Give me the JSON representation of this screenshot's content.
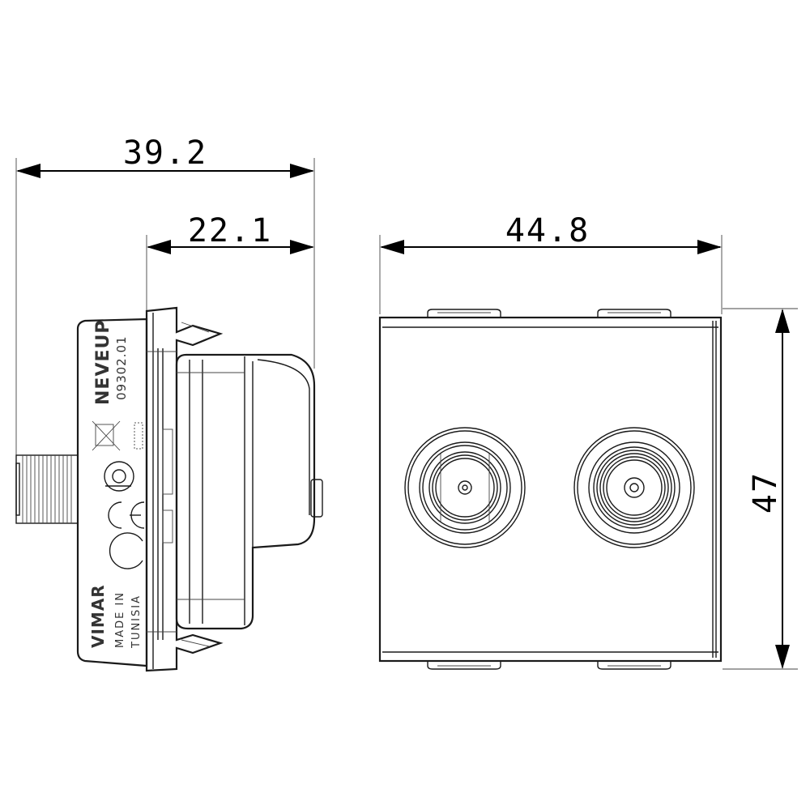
{
  "dimensions": {
    "overall_depth": "39.2",
    "front_depth": "22.1",
    "width": "44.8",
    "height": "47"
  },
  "product_labels": {
    "model": "NEVEUP",
    "code": "09302.01",
    "brand": "VIMAR",
    "origin_line1": "MADE IN",
    "origin_line2": "TUNISIA"
  }
}
